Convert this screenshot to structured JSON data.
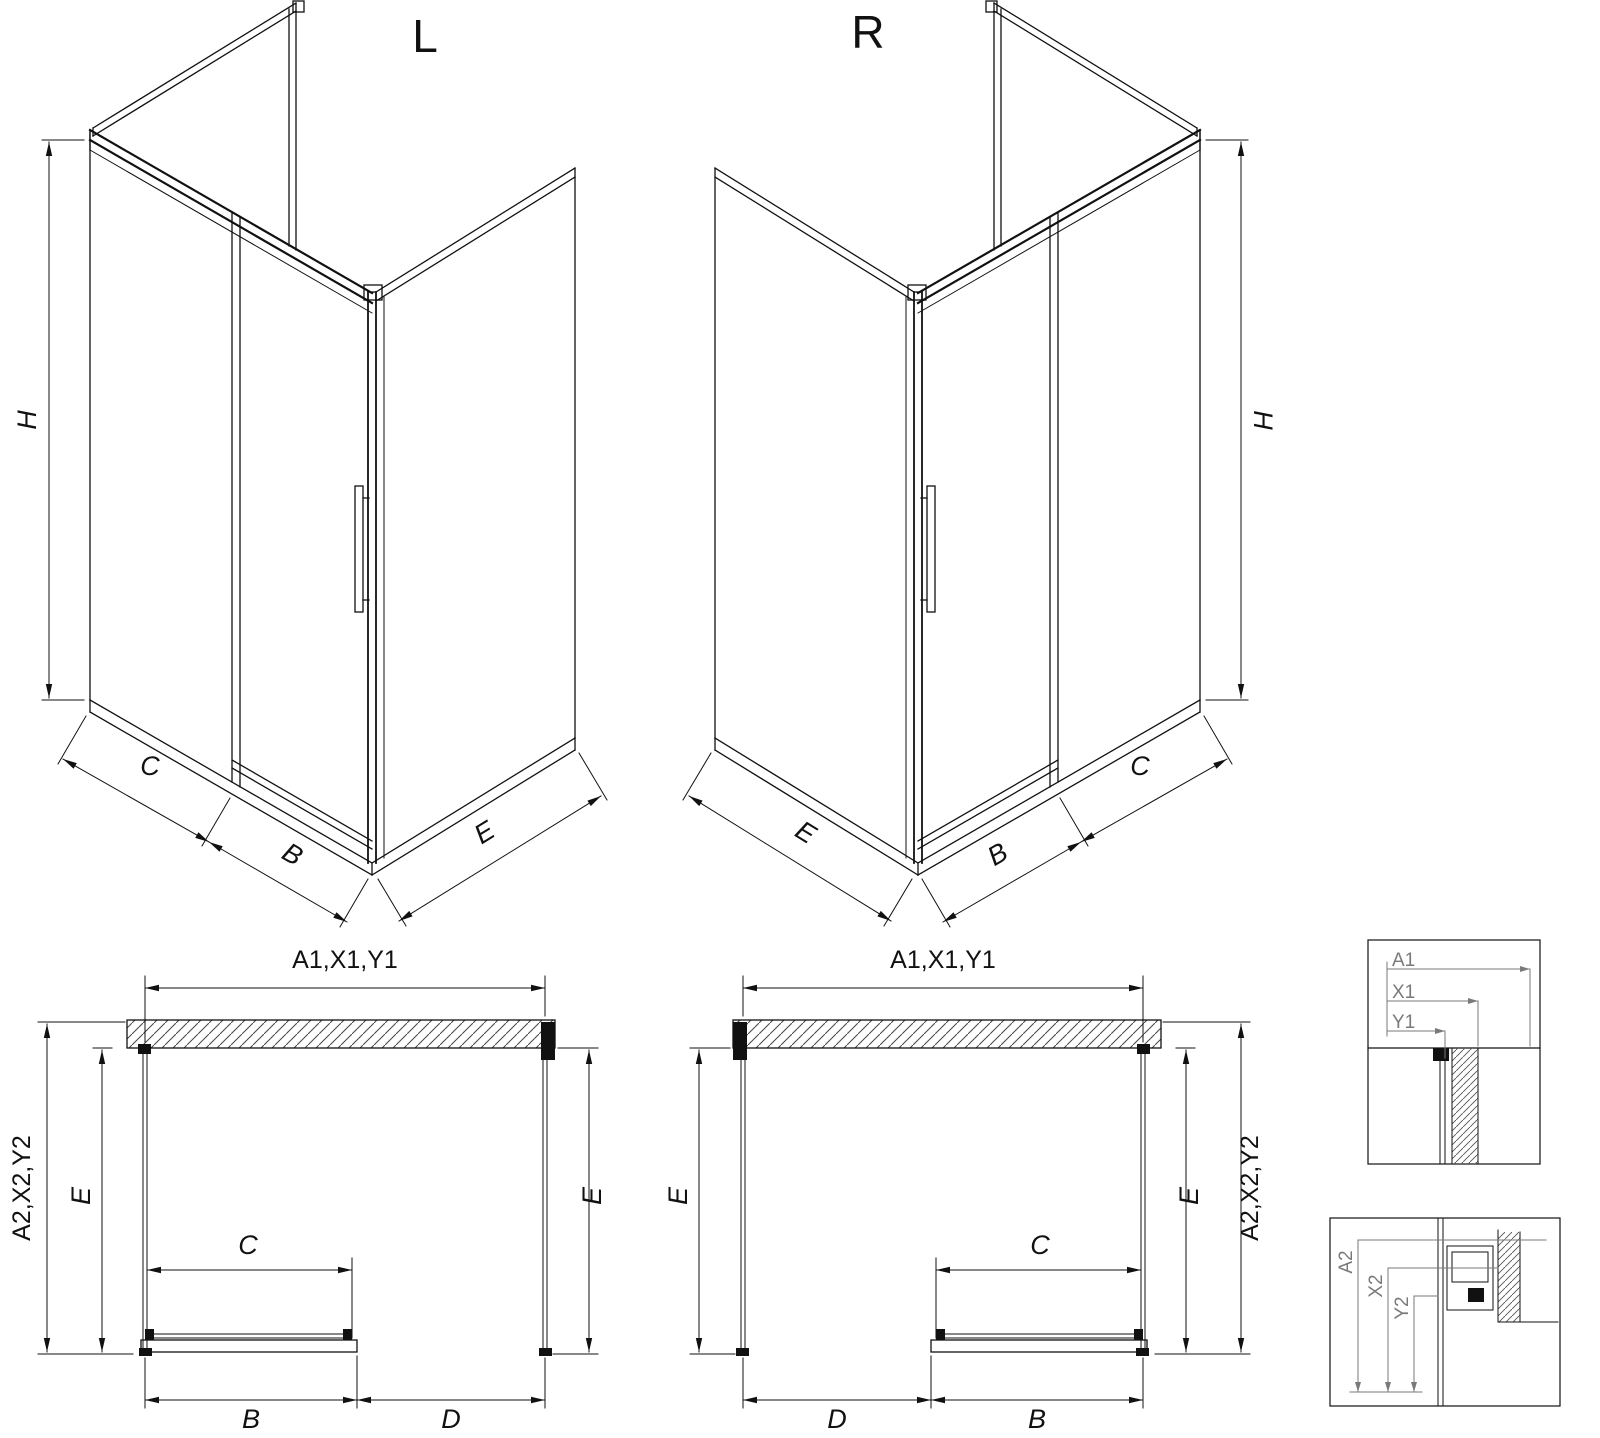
{
  "page": {
    "background": "#ffffff",
    "line_color": "#111111",
    "detail_color": "#7a7a7a"
  },
  "views": {
    "iso_left": {
      "title": "L",
      "dims": {
        "height": "H",
        "back_panel": "C",
        "door": "B",
        "side": "E"
      }
    },
    "iso_right": {
      "title": "R",
      "dims": {
        "height": "H",
        "back_panel": "C",
        "door": "B",
        "side": "E"
      }
    },
    "plan_left": {
      "dims": {
        "top_width": "A1,X1,Y1",
        "outer_depth": "A2,X2,Y2",
        "inner_depth_left": "E",
        "inner_depth_right": "E",
        "door_glass": "C",
        "door_rail": "B",
        "side_panel": "D"
      }
    },
    "plan_right": {
      "dims": {
        "top_width": "A1,X1,Y1",
        "outer_depth": "A2,X2,Y2",
        "inner_depth_left": "E",
        "inner_depth_right": "E",
        "door_glass": "C",
        "door_rail": "B",
        "side_panel": "D"
      }
    },
    "detail_top": {
      "dims": [
        "A1",
        "X1",
        "Y1"
      ]
    },
    "detail_bottom": {
      "dims": [
        "A2",
        "X2",
        "Y2"
      ]
    }
  }
}
